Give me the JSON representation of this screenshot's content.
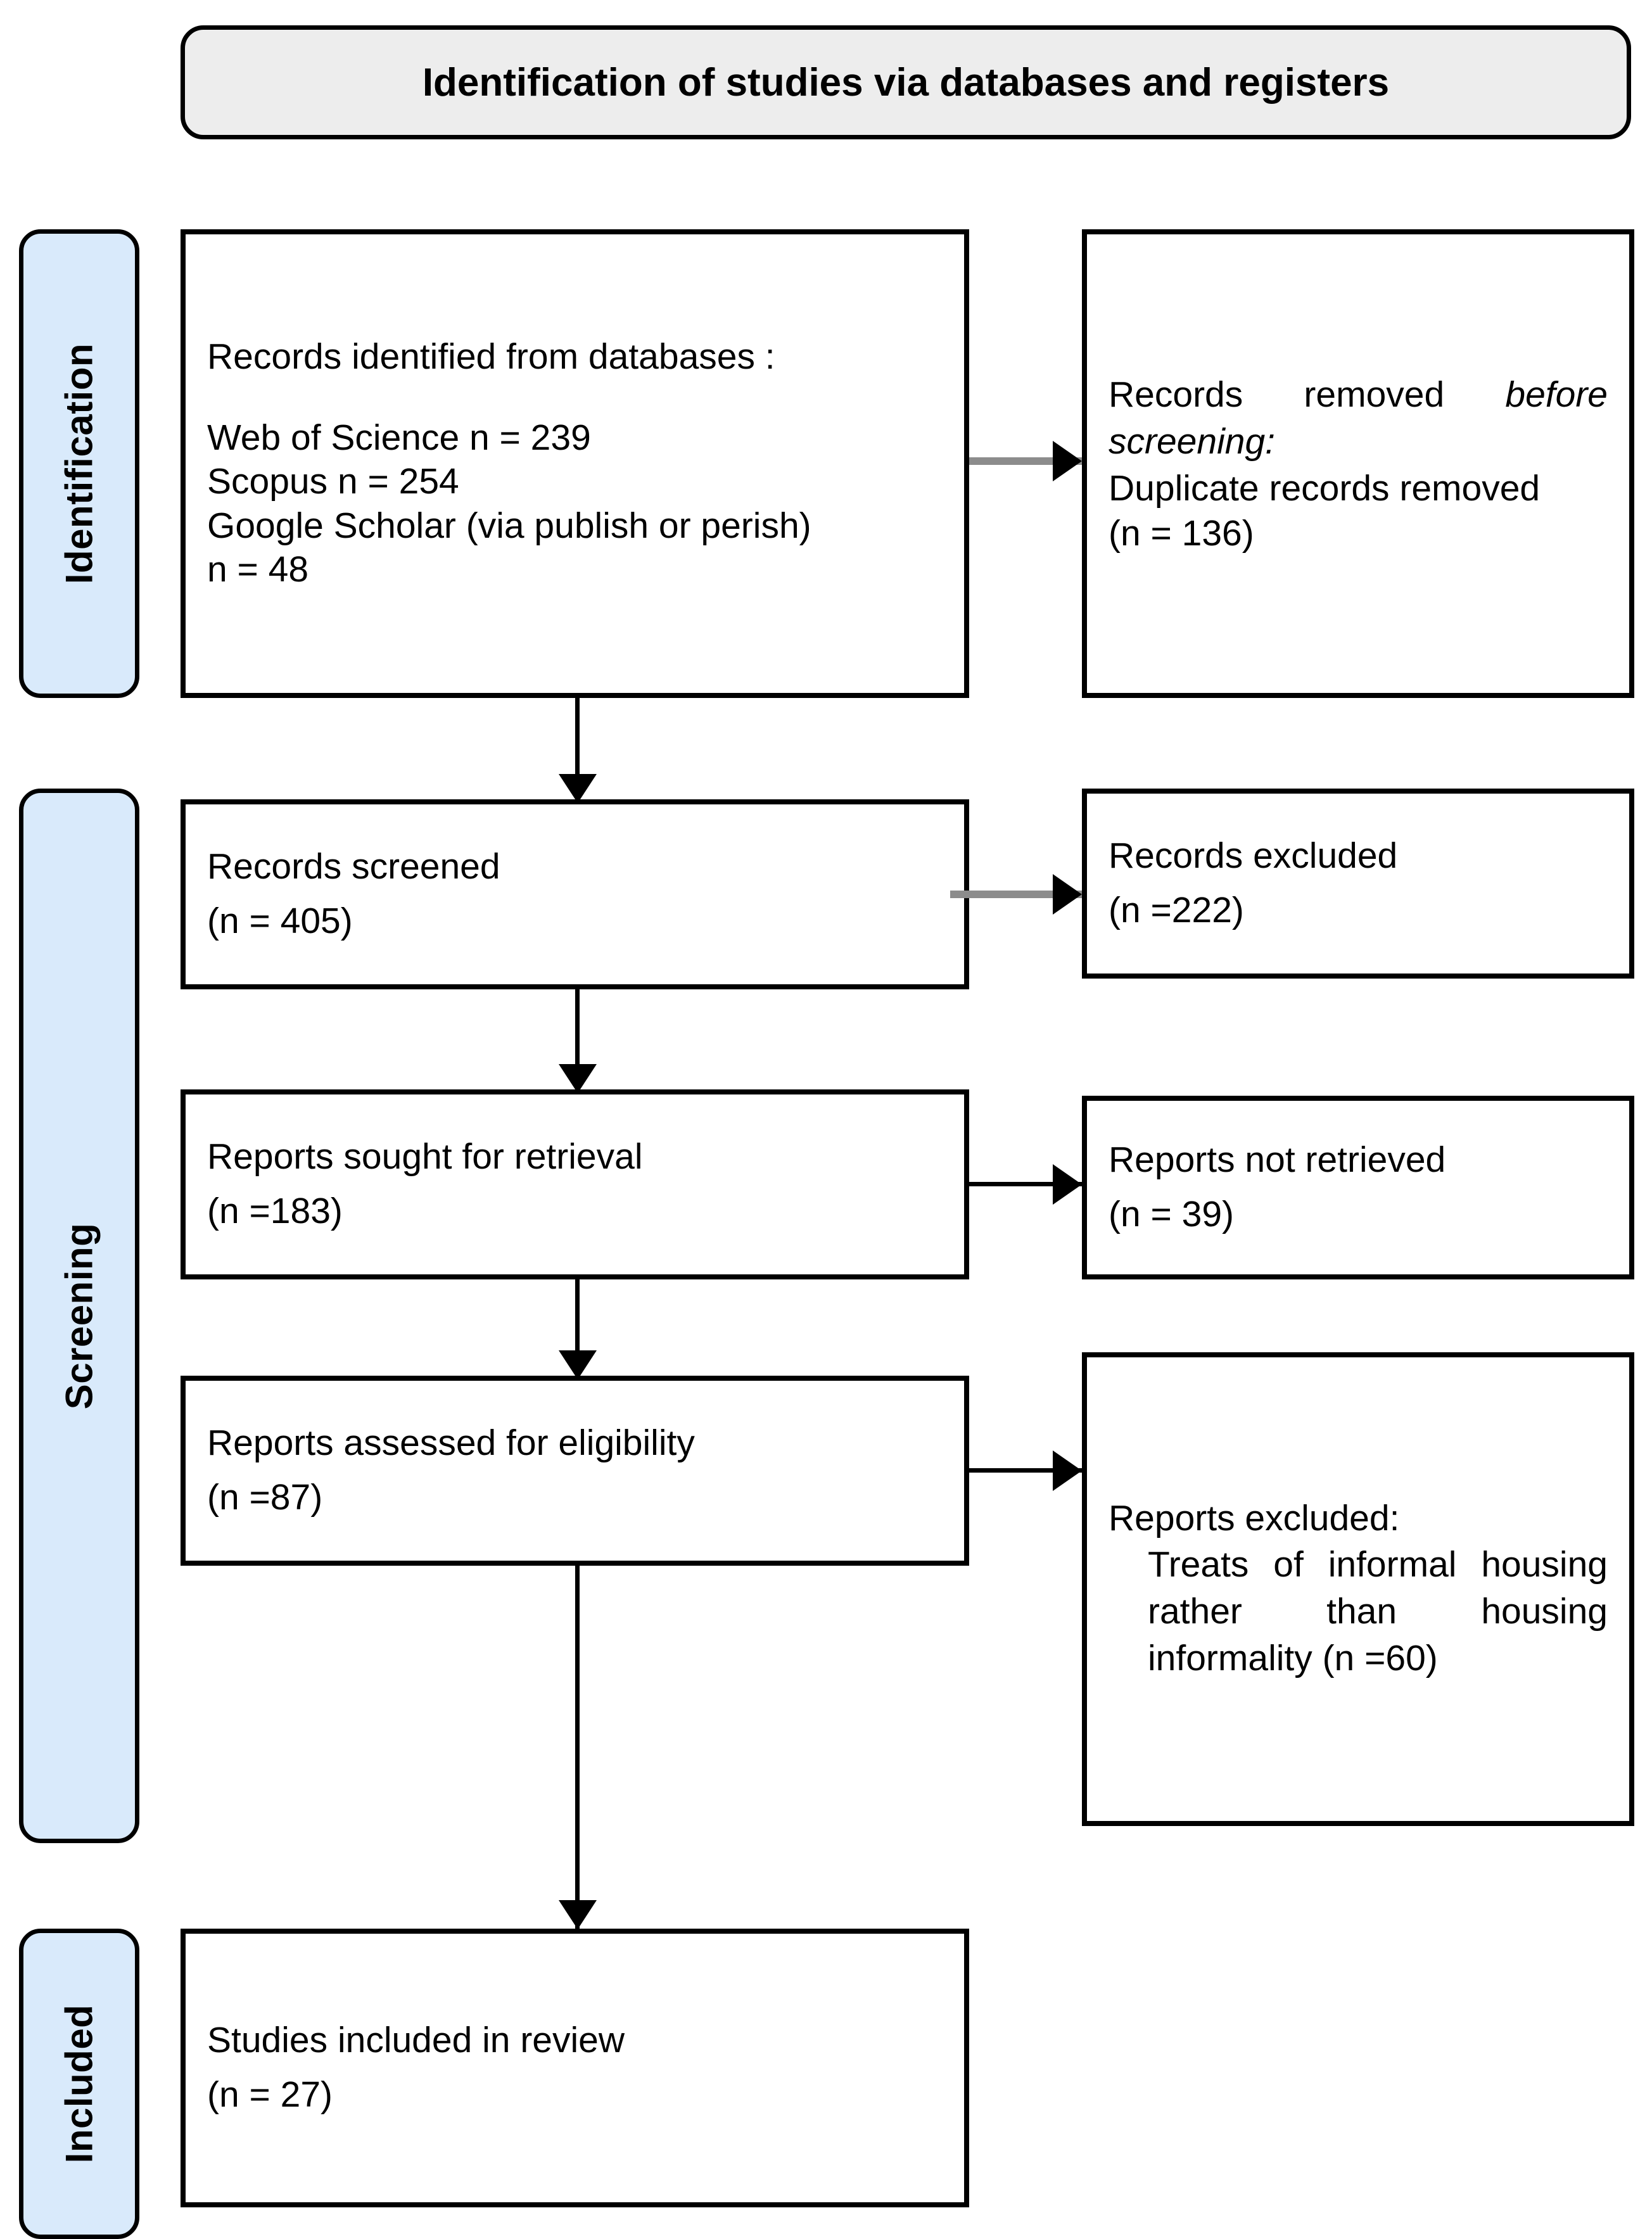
{
  "header": {
    "title": "Identification of studies via databases and registers"
  },
  "stages": [
    {
      "key": "identification",
      "label": "Identification"
    },
    {
      "key": "screening",
      "label": "Screening"
    },
    {
      "key": "included",
      "label": "Included"
    }
  ],
  "boxes": {
    "identified": {
      "title": "Records identified from databases :",
      "sources": [
        "Web of Science n = 239",
        "Scopus n = 254",
        "Google Scholar (via publish or perish)",
        "n = 48"
      ]
    },
    "removed_before_screening": {
      "heading_lead": "Records removed ",
      "heading_italic": "before screening:",
      "body": "Duplicate records removed",
      "count": "(n = 136)"
    },
    "screened": {
      "title": "Records screened",
      "count": "(n = 405)"
    },
    "records_excluded": {
      "title": "Records excluded",
      "count": "(n =222)"
    },
    "sought": {
      "title": "Reports sought for retrieval",
      "count": "(n =183)"
    },
    "not_retrieved": {
      "title": "Reports not retrieved",
      "count": "(n = 39)"
    },
    "assessed": {
      "title": "Reports assessed for eligibility",
      "count": "(n =87)"
    },
    "reports_excluded": {
      "title": "Reports excluded:",
      "reason": "Treats of informal housing rather than housing informality (n =60)"
    },
    "included_studies": {
      "title": "Studies included in review",
      "count": "(n = 27)"
    }
  },
  "colors": {
    "stage_fill": "#d9eafb",
    "header_fill": "#ededed",
    "border": "#000000",
    "grey_connector": "#8c8c8c"
  }
}
